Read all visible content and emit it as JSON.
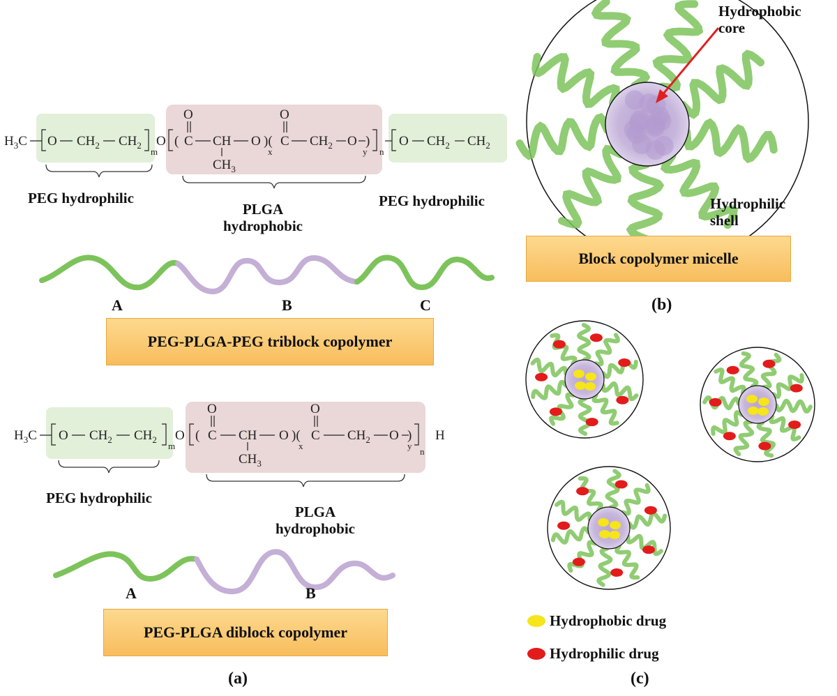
{
  "figure": {
    "panel_a": "(a)",
    "panel_b": "(b)",
    "panel_c": "(c)"
  },
  "triblock": {
    "peg_left_label": "PEG hydrophilic",
    "plga_label_line1": "PLGA",
    "plga_label_line2": "hydrophobic",
    "peg_right_label": "PEG hydrophilic",
    "segment_a": "A",
    "segment_b": "B",
    "segment_c": "C",
    "title": "PEG-PLGA-PEG triblock copolymer"
  },
  "diblock": {
    "peg_label": "PEG hydrophilic",
    "plga_label_line1": "PLGA",
    "plga_label_line2": "hydrophobic",
    "segment_a": "A",
    "segment_b": "B",
    "title": "PEG-PLGA diblock copolymer"
  },
  "micelle": {
    "core_label_line1": "Hydrophobic",
    "core_label_line2": "core",
    "shell_label_line1": "Hydrophilic",
    "shell_label_line2": "shell",
    "title": "Block copolymer micelle"
  },
  "legend": {
    "hydrophobic_drug": "Hydrophobic drug",
    "hydrophilic_drug": "Hydrophilic drug"
  },
  "colors": {
    "peg_green": "#7dc35b",
    "plga_lilac": "#c4afd6",
    "peg_box": "#e2efd9",
    "plga_box": "#ead7d7",
    "banner": "#f9c56b",
    "arrow": "#e02020",
    "hydrophobic_drug": "#f5e51a",
    "hydrophilic_drug": "#e31b1b"
  }
}
